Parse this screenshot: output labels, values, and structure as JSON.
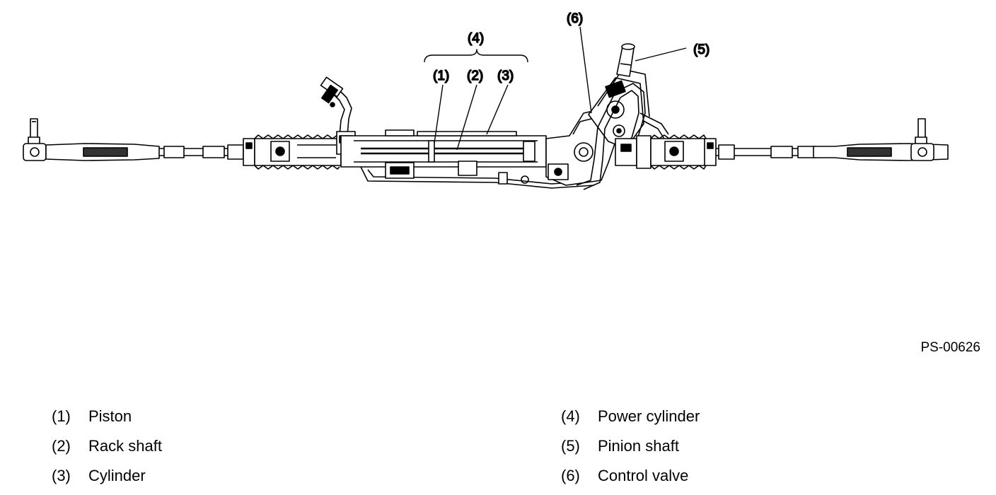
{
  "figure": {
    "callouts": {
      "c1": "(1)",
      "c2": "(2)",
      "c3": "(3)",
      "c4": "(4)",
      "c5": "(5)",
      "c6": "(6)"
    },
    "figure_id": "PS-00626"
  },
  "legend": {
    "left": [
      {
        "num": "(1)",
        "label": "Piston"
      },
      {
        "num": "(2)",
        "label": "Rack shaft"
      },
      {
        "num": "(3)",
        "label": "Cylinder"
      }
    ],
    "right": [
      {
        "num": "(4)",
        "label": "Power cylinder"
      },
      {
        "num": "(5)",
        "label": "Pinion shaft"
      },
      {
        "num": "(6)",
        "label": "Control valve"
      }
    ]
  }
}
